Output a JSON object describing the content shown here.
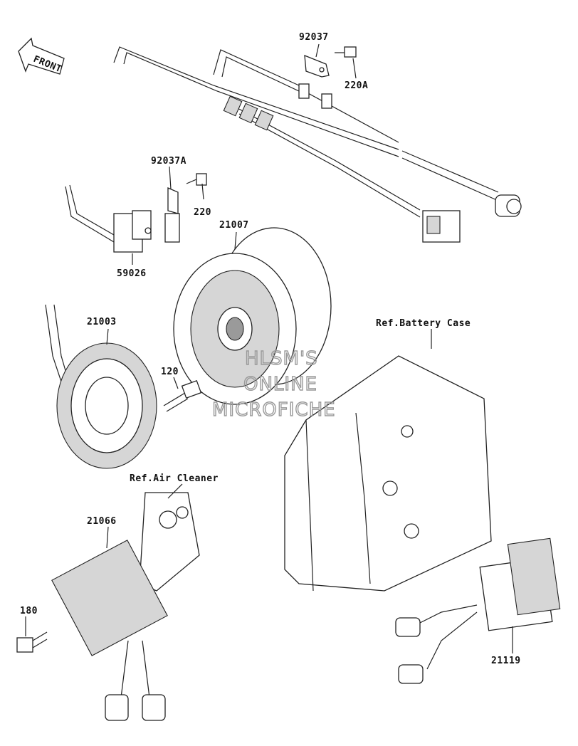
{
  "front_label": "FRONT",
  "parts": {
    "p92037": "92037",
    "p220A": "220A",
    "p92037A": "92037A",
    "p220": "220",
    "p59026": "59026",
    "p21007": "21007",
    "p21003": "21003",
    "p120": "120",
    "ref_battery": "Ref.Battery Case",
    "ref_air": "Ref.Air Cleaner",
    "p21066": "21066",
    "p180": "180",
    "p21119": "21119"
  },
  "watermark": {
    "line1": "HLSM'S",
    "line2": "ONLINE",
    "line3": "MICROFICHE"
  }
}
